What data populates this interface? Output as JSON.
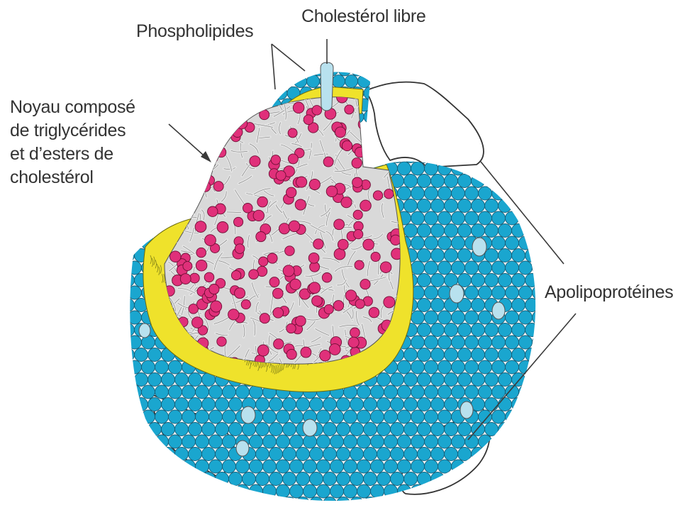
{
  "labels": {
    "phospholipides": "Phospholipides",
    "cholesterol_libre": "Cholestérol libre",
    "noyau": [
      "Noyau composé",
      "de triglycérides",
      "et d’esters de",
      "cholestérol"
    ],
    "apolipoproteines": "Apolipoprotéines"
  },
  "colors": {
    "phospholipid_head": "#1aa6cf",
    "phospholipid_tail": "#efe22b",
    "free_cholesterol": "#b8e1ee",
    "core_ester_head": "#e0307a",
    "core_tail": "#e6e6e6",
    "apoprotein_fill": "#ffffff",
    "outline": "#333333",
    "leader_line": "#3a3a3a"
  }
}
